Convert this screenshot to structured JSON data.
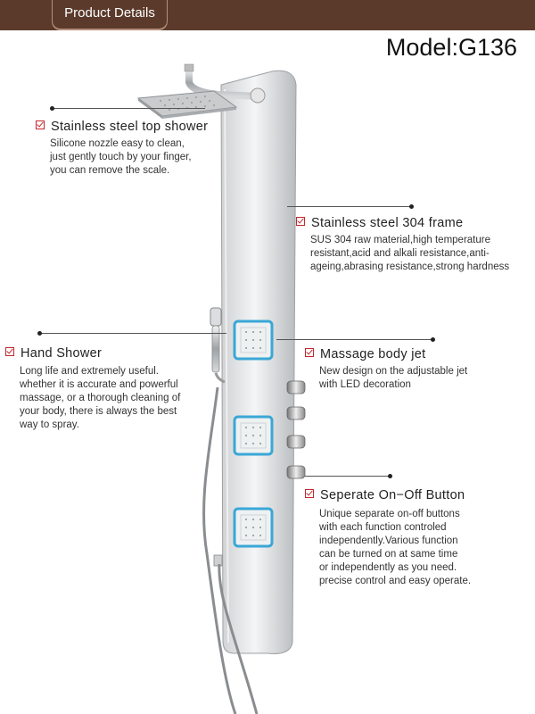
{
  "header": {
    "tab_label": "Product Details"
  },
  "model": "Model:G136",
  "features": {
    "top_shower": {
      "title": "Stainless steel top shower",
      "desc": [
        "Silicone nozzle easy to clean,",
        "just gently touch by your finger,",
        "you can remove the scale."
      ]
    },
    "frame": {
      "title": "Stainless steel 304 frame",
      "desc": [
        "SUS 304 raw material,high temperature",
        "resistant,acid and alkali resistance,anti-",
        "ageing,abrasing resistance,strong hardness"
      ]
    },
    "hand_shower": {
      "title": "Hand Shower",
      "desc": [
        "Long life and extremely useful.",
        "whether it is accurate and powerful",
        "massage, or a thorough cleaning of",
        "your body, there is always the best",
        "way to spray."
      ]
    },
    "body_jet": {
      "title": "Massage body jet",
      "desc": [
        "New design on the adjustable jet",
        "with LED decoration"
      ]
    },
    "onoff": {
      "title": "Seperate On−Off Button",
      "desc": [
        "Unique separate on-off buttons",
        "with each function controled",
        "independently.Various function",
        "can be turned on at same time",
        "or independently as you need.",
        "precise control and easy operate."
      ]
    }
  }
}
